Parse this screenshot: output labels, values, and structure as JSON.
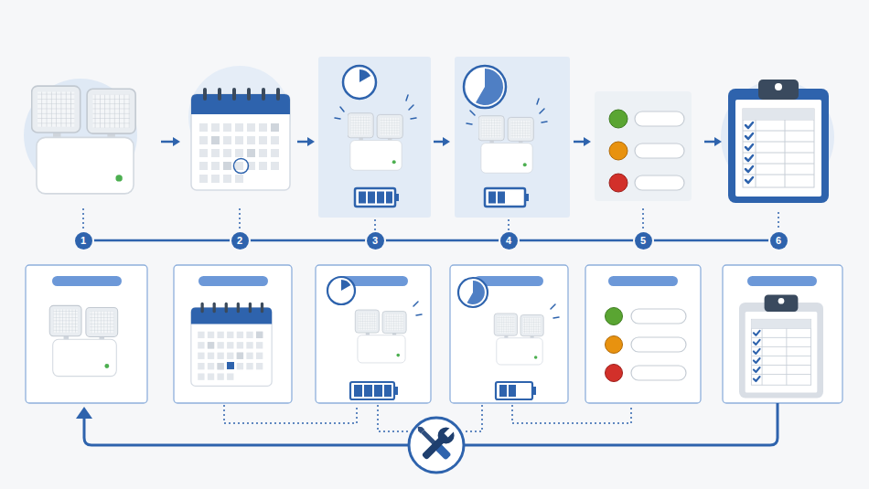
{
  "diagram": {
    "nodes": [
      {
        "text": [
          "1"
        ]
      },
      {
        "text": [
          "2"
        ]
      },
      {
        "text": [
          "3"
        ]
      },
      {
        "text": [
          "4"
        ]
      },
      {
        "text": [
          "5"
        ]
      },
      {
        "text": [
          "6"
        ]
      }
    ],
    "edges": [
      {
        "from": 0,
        "to": 1,
        "arrow": "none"
      },
      {
        "from": 1,
        "to": 2,
        "arrow": "none"
      },
      {
        "from": 2,
        "to": 3,
        "arrow": "none"
      },
      {
        "from": 3,
        "to": 4,
        "arrow": "none"
      },
      {
        "from": 4,
        "to": 5,
        "arrow": "none"
      }
    ]
  }
}
